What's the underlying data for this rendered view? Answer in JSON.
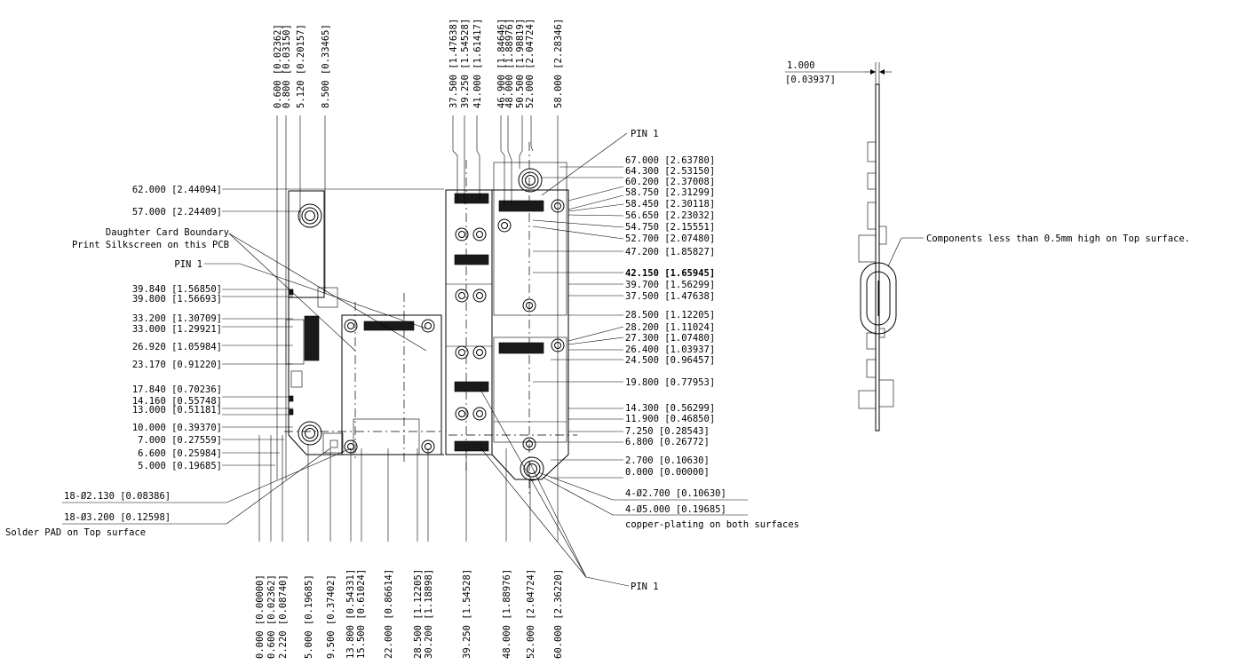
{
  "left_labels": [
    "62.000 [2.44094]",
    "57.000 [2.24409]",
    "Daughter Card Boundary",
    "Print Silkscreen on this PCB",
    "PIN 1",
    "39.840 [1.56850]",
    "39.800 [1.56693]",
    "33.200 [1.30709]",
    "33.000 [1.29921]",
    "26.920 [1.05984]",
    "23.170 [0.91220]",
    "17.840 [0.70236]",
    "14.160 [0.55748]",
    "13.000 [0.51181]",
    "10.000 [0.39370]",
    "7.000 [0.27559]",
    "6.600 [0.25984]",
    "5.000 [0.19685]",
    "18-Ø2.130 [0.08386]",
    "18-Ø3.200 [0.12598]",
    "Solder PAD on Top surface"
  ],
  "right_labels": [
    "PIN 1",
    "67.000 [2.63780]",
    "64.300 [2.53150]",
    "60.200 [2.37008]",
    "58.750 [2.31299]",
    "58.450 [2.30118]",
    "56.650 [2.23032]",
    "54.750 [2.15551]",
    "52.700 [2.07480]",
    "47.200 [1.85827]",
    "42.150 [1.65945]",
    "39.700 [1.56299]",
    "37.500 [1.47638]",
    "28.500 [1.12205]",
    "28.200 [1.11024]",
    "27.300 [1.07480]",
    "26.400 [1.03937]",
    "24.500 [0.96457]",
    "19.800 [0.77953]",
    "14.300 [0.56299]",
    "11.900 [0.46850]",
    "7.250 [0.28543]",
    "6.800 [0.26772]",
    "2.700 [0.10630]",
    "0.000 [0.00000]",
    "4-Ø2.700 [0.10630]",
    "4-Ø5.000 [0.19685]",
    "copper-plating on both surfaces",
    "PIN 1"
  ],
  "top_labels": [
    "0.600 [0.02362]",
    "0.800 [0.03150]",
    "5.120 [0.20157]",
    "8.500 [0.33465]",
    "37.500 [1.47638]",
    "39.250 [1.54528]",
    "41.000 [1.61417]",
    "46.900 [1.84646]",
    "48.000 [1.88976]",
    "50.500 [1.98819]",
    "52.000 [2.04724]",
    "58.000 [2.28346]"
  ],
  "bottom_labels": [
    "0.000 [0.00000]",
    "0.600 [0.02362]",
    "2.220 [0.08740]",
    "5.000 [0.19685]",
    "9.500 [0.37402]",
    "13.800 [0.54331]",
    "15.500 [0.61024]",
    "22.000 [0.86614]",
    "28.500 [1.12205]",
    "30.200 [1.18898]",
    "39.250 [1.54528]",
    "48.000 [1.88976]",
    "52.000 [2.04724]",
    "60.000 [2.36220]"
  ],
  "side_view": {
    "thickness_value": "1.000",
    "thickness_inch": "[0.03937]",
    "note": "Components less than 0.5mm high on Top surface."
  }
}
